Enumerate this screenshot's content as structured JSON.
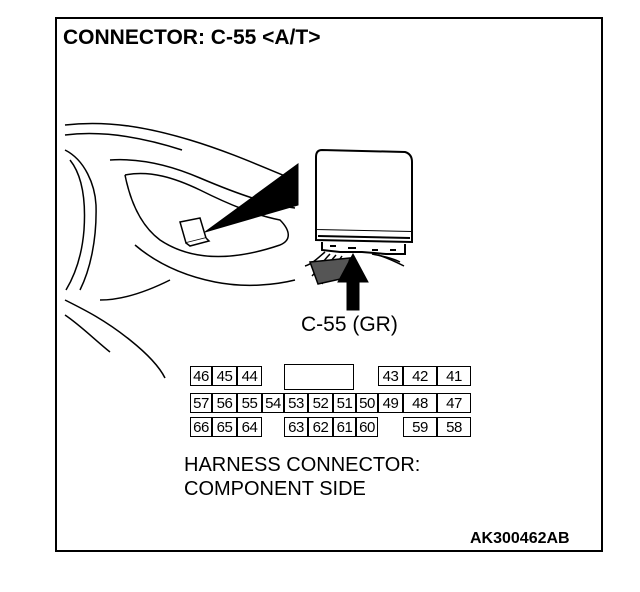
{
  "title": "CONNECTOR: C-55 <A/T>",
  "connector_label": "C-55 (GR)",
  "harness": {
    "line1": "HARNESS CONNECTOR:",
    "line2": "COMPONENT SIDE"
  },
  "ref_code": "AK300462AB",
  "pin_rows": [
    [
      "46",
      "45",
      "44",
      "",
      "",
      "",
      "",
      "",
      "43",
      "42",
      "41"
    ],
    [
      "57",
      "56",
      "55",
      "54",
      "53",
      "52",
      "51",
      "50",
      "49",
      "48",
      "47"
    ],
    [
      "66",
      "65",
      "64",
      "",
      "63",
      "62",
      "61",
      "60",
      "",
      "59",
      "58"
    ]
  ]
}
